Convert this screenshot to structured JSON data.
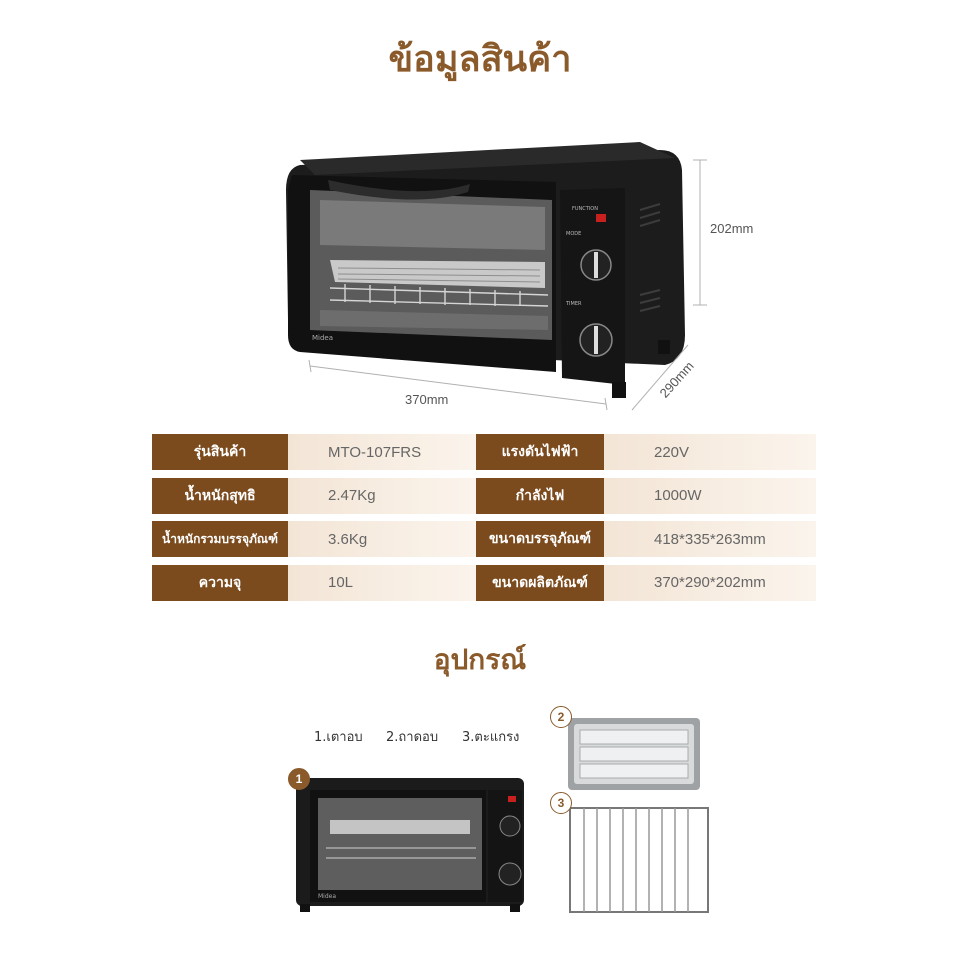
{
  "page_title": "ข้อมูลสินค้า",
  "dimensions": {
    "height": "202mm",
    "width": "370mm",
    "depth": "290mm"
  },
  "oven_brand": "Midea",
  "specs": [
    {
      "label": "รุ่นสินค้า",
      "value": "MTO-107FRS",
      "label2": "แรงดันไฟฟ้า",
      "value2": "220V"
    },
    {
      "label": "น้ำหนักสุทธิ",
      "value": "2.47Kg",
      "label2": "กำลังไฟ",
      "value2": "1000W"
    },
    {
      "label": "น้ำหนักรวมบรรจุภัณฑ์",
      "value": "3.6Kg",
      "label2": "ขนาดบรรจุภัณฑ์",
      "value2": "418*335*263mm"
    },
    {
      "label": "ความจุ",
      "value": "10L",
      "label2": "ขนาดผลิตภัณฑ์",
      "value2": "370*290*202mm"
    }
  ],
  "accessories_title": "อุปกรณ์",
  "accessories": [
    {
      "number": "1",
      "label": "1.เตาอบ"
    },
    {
      "number": "2",
      "label": "2.ถาดอบ"
    },
    {
      "number": "3",
      "label": "3.ตะแกรง"
    }
  ],
  "colors": {
    "brown": "#7b4a1d",
    "title": "#8a5a2b",
    "oven_body": "#1b1b1b"
  }
}
